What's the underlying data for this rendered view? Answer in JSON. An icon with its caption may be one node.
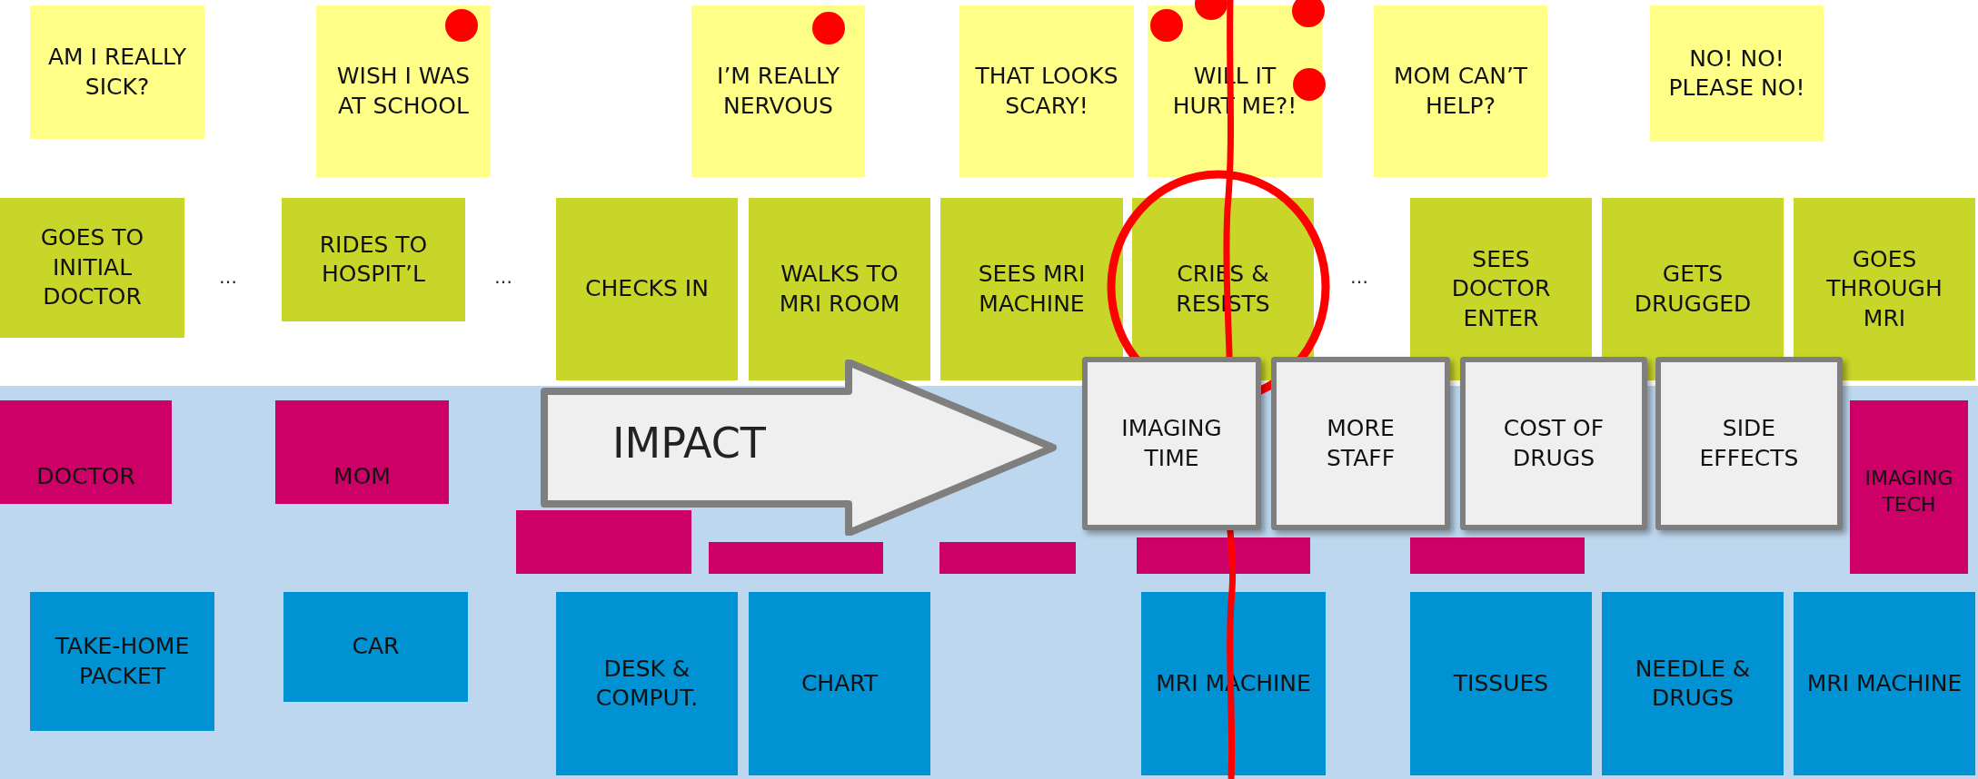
{
  "diagram": {
    "nodes": [
      {
        "text": [
          "AM I REALLY SICK?"
        ]
      },
      {
        "text": [
          "WISH I WAS AT SCHOOL"
        ]
      },
      {
        "text": [
          "I’M REALLY NERVOUS"
        ]
      },
      {
        "text": [
          "THAT LOOKS SCARY!"
        ]
      },
      {
        "text": [
          "WILL IT HURT ME?!"
        ]
      },
      {
        "text": [
          "MOM CAN’T HELP?"
        ]
      },
      {
        "text": [
          "NO! NO! PLEASE NO!"
        ]
      },
      {
        "text": [
          "GOES TO INITIAL DOCTOR"
        ]
      },
      {
        "text": [
          "RIDES TO HOSPIT’L"
        ]
      },
      {
        "text": [
          "CHECKS IN"
        ]
      },
      {
        "text": [
          "WALKS TO MRI ROOM"
        ]
      },
      {
        "text": [
          "SEES MRI MACHINE"
        ]
      },
      {
        "text": [
          "CRIES & RESISTS"
        ]
      },
      {
        "text": [
          "SEES DOCTOR ENTER"
        ]
      },
      {
        "text": [
          "GETS DRUGGED"
        ]
      },
      {
        "text": [
          "GOES THROUGH MRI"
        ]
      },
      {
        "text": [
          "DOCTOR"
        ]
      },
      {
        "text": [
          "MOM"
        ]
      },
      {
        "text": [],
        "shape": "box"
      },
      {
        "text": [],
        "shape": "box"
      },
      {
        "text": [],
        "shape": "box"
      },
      {
        "text": [],
        "shape": "box"
      },
      {
        "text": [],
        "shape": "box"
      },
      {
        "text": [
          "IMAGING TECH"
        ]
      },
      {
        "text": [
          "TAKE-HOME PACKET"
        ]
      },
      {
        "text": [
          "CAR"
        ]
      },
      {
        "text": [
          "DESK & COMPUT."
        ]
      },
      {
        "text": [
          "CHART"
        ]
      },
      {
        "text": [
          "MRI MACHINE"
        ]
      },
      {
        "text": [
          "TISSUES"
        ]
      },
      {
        "text": [
          "NEEDLE & DRUGS"
        ]
      },
      {
        "text": [
          "MRI MACHINE"
        ]
      },
      {
        "text": [
          "IMPACT"
        ]
      },
      {
        "text": [
          "IMAGING TIME"
        ]
      },
      {
        "text": [
          "MORE STAFF"
        ]
      },
      {
        "text": [
          "COST OF DRUGS"
        ]
      },
      {
        "text": [
          "SIDE EFFECTS"
        ]
      }
    ],
    "labels": [
      "…",
      "…",
      "…"
    ]
  }
}
